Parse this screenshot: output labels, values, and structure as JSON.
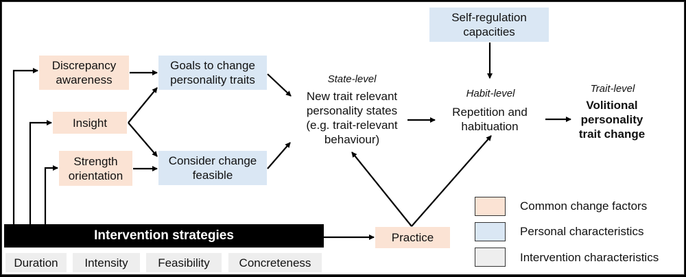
{
  "colors": {
    "common": "#fbe3d4",
    "personal": "#dae7f4",
    "intervention": "#eeeeee"
  },
  "factors": {
    "discrepancy": "Discrepancy\nawareness",
    "insight": "Insight",
    "strength": "Strength\norientation"
  },
  "personal": {
    "goals": "Goals to change\npersonality traits",
    "consider": "Consider change\nfeasible",
    "self_regulation": "Self-regulation\ncapacities"
  },
  "state": {
    "level": "State-level",
    "text": "New trait relevant\npersonality states\n(e.g. trait-relevant\nbehaviour)"
  },
  "habit": {
    "level": "Habit-level",
    "text": "Repetition and\nhabituation"
  },
  "trait": {
    "level": "Trait-level",
    "text": "Volitional\npersonality\ntrait change"
  },
  "practice": "Practice",
  "strategies": {
    "title": "Intervention strategies",
    "items": [
      "Duration",
      "Intensity",
      "Feasibility",
      "Concreteness"
    ]
  },
  "legend": [
    "Common change factors",
    "Personal characteristics",
    "Intervention characteristics"
  ]
}
